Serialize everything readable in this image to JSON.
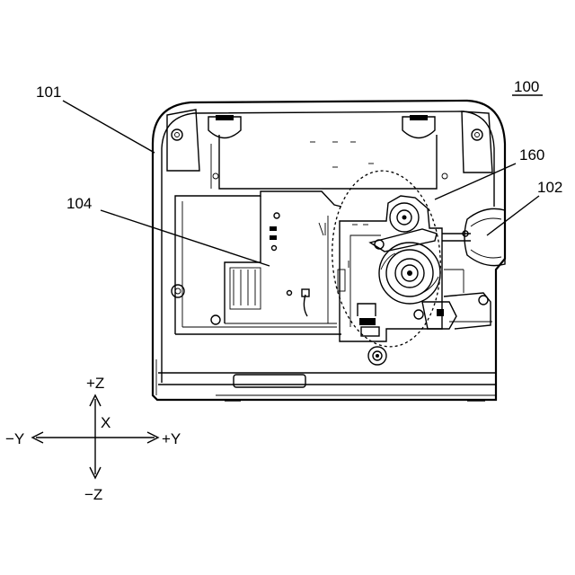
{
  "figure": {
    "ref_main": "100",
    "callouts": {
      "c101": "101",
      "c104": "104",
      "c160": "160",
      "c102": "102"
    }
  },
  "axes": {
    "plus_z": "+Z",
    "minus_z": "−Z",
    "plus_y": "+Y",
    "minus_y": "−Y",
    "x": "X"
  }
}
